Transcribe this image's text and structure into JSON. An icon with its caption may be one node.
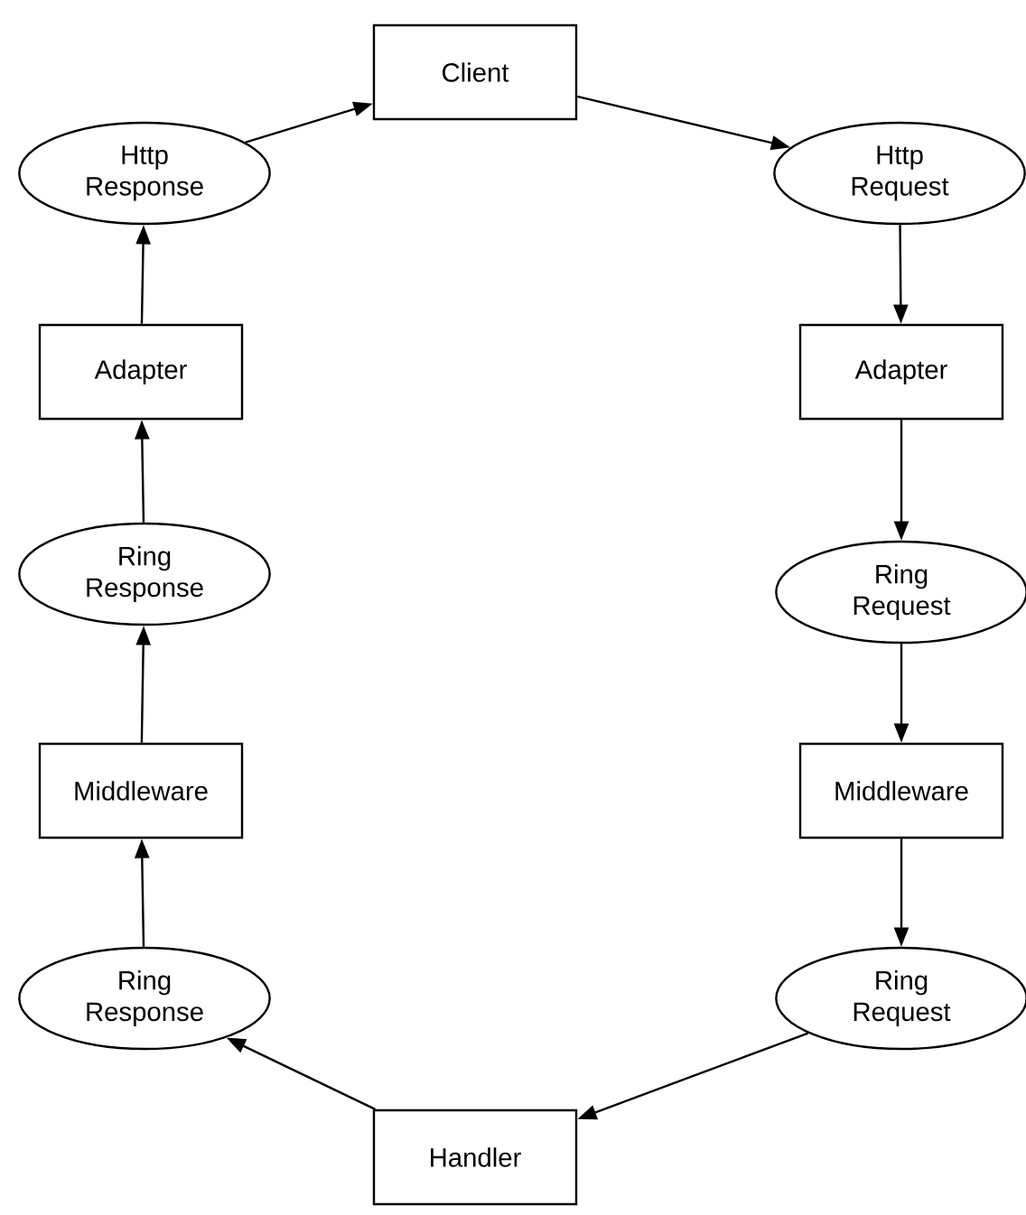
{
  "diagram": {
    "nodes": [
      {
        "text": [
          "Client"
        ]
      },
      {
        "text": [
          "Http Response"
        ]
      },
      {
        "text": [
          "Http Request"
        ]
      },
      {
        "text": [
          "Adapter"
        ]
      },
      {
        "text": [
          "Adapter"
        ]
      },
      {
        "text": [
          "Ring Response"
        ]
      },
      {
        "text": [
          "Ring Request"
        ]
      },
      {
        "text": [
          "Middleware"
        ]
      },
      {
        "text": [
          "Middleware"
        ]
      },
      {
        "text": [
          "Ring Response"
        ]
      },
      {
        "text": [
          "Ring Request"
        ]
      },
      {
        "text": [
          "Handler"
        ]
      }
    ],
    "edges": [
      {
        "from": 1,
        "to": 0,
        "arrow": "to"
      },
      {
        "from": 0,
        "to": 2,
        "arrow": "to"
      },
      {
        "from": 2,
        "to": 4,
        "arrow": "to"
      },
      {
        "from": 4,
        "to": 6,
        "arrow": "to"
      },
      {
        "from": 6,
        "to": 8,
        "arrow": "to"
      },
      {
        "from": 8,
        "to": 10,
        "arrow": "to"
      },
      {
        "from": 10,
        "to": 11,
        "arrow": "to"
      },
      {
        "from": 11,
        "to": 9,
        "arrow": "to"
      },
      {
        "from": 9,
        "to": 7,
        "arrow": "to"
      },
      {
        "from": 7,
        "to": 5,
        "arrow": "to"
      },
      {
        "from": 5,
        "to": 3,
        "arrow": "to"
      },
      {
        "from": 3,
        "to": 1,
        "arrow": "to"
      }
    ]
  }
}
